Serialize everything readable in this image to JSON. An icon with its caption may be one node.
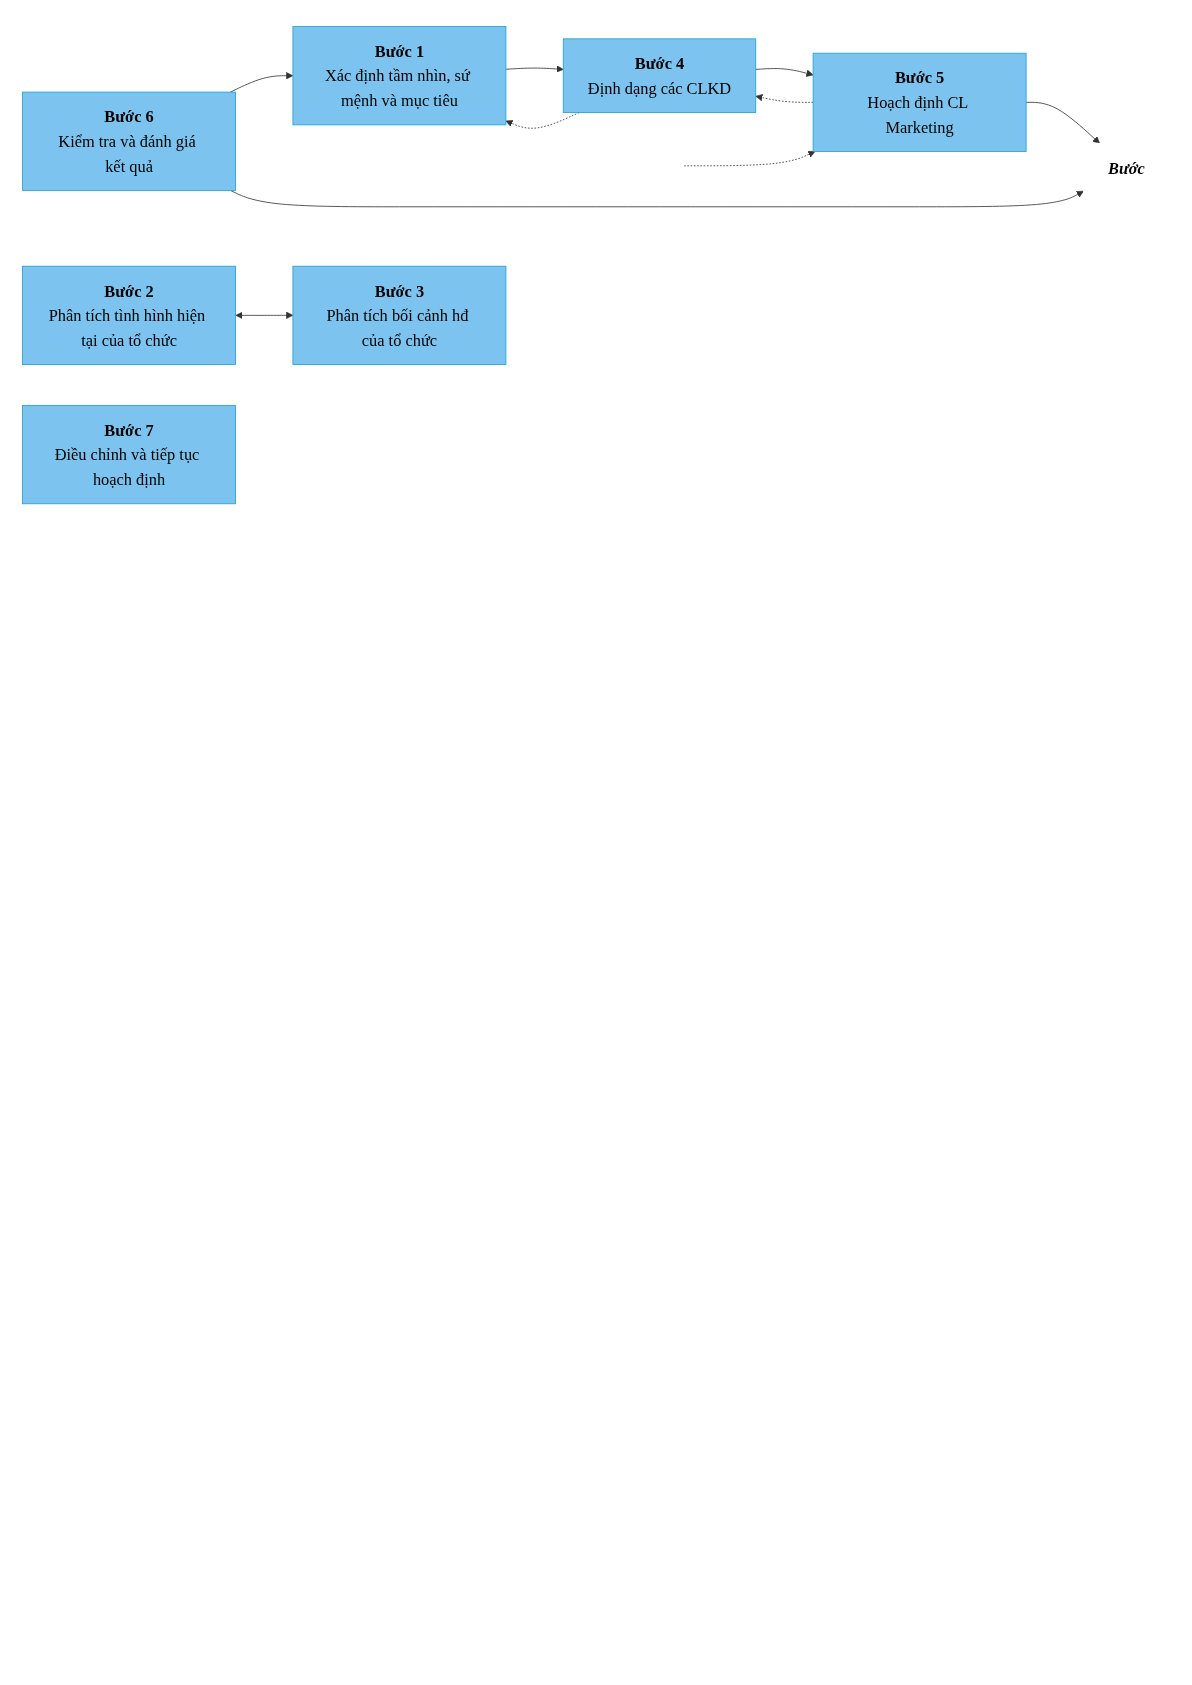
{
  "diagram": {
    "nodes": [
      {
        "text": [
          "Bước 2",
          "Phân tích tình hình hiện tại của tổ chức"
        ]
      },
      {
        "text": [
          "Bước 4",
          "Định dạng các CLKD"
        ]
      },
      {
        "text": [
          "Bước 5",
          "Hoạch định CL Marketing"
        ]
      },
      {
        "text": [
          "Bước 1",
          "Xác định tầm nhìn, sứ mệnh và mục tiêu"
        ]
      },
      {
        "text": [
          "Bước 7",
          "Điều chỉnh và tiếp tục hoạch định"
        ]
      },
      {
        "text": [
          "Bước 3",
          "Phân tích bối cảnh hđ của tổ chức"
        ]
      },
      {
        "text": [
          "Bước 6",
          "Kiểm tra và đánh giá kết quả"
        ]
      },
      {
        "text": [
          "Bước"
        ]
      }
    ],
    "edges": [
      {
        "from": 3,
        "to": 1,
        "arrow": "to"
      },
      {
        "from": 1,
        "to": 3,
        "arrow": "to",
        "style": "dashed"
      },
      {
        "from": 0,
        "to": 5,
        "arrow": "both"
      },
      {
        "from": 1,
        "to": 2,
        "arrow": "to"
      },
      {
        "from": 2,
        "to": 1,
        "arrow": "to",
        "style": "dashed"
      },
      {
        "from": 6,
        "to": 3,
        "arrow": "to"
      },
      {
        "from": 2,
        "to": 7,
        "arrow": "to"
      },
      {
        "from": 6,
        "to": 7,
        "arrow": "to"
      },
      {
        "from": null,
        "to": 2,
        "arrow": "to",
        "style": "dashed"
      }
    ]
  }
}
